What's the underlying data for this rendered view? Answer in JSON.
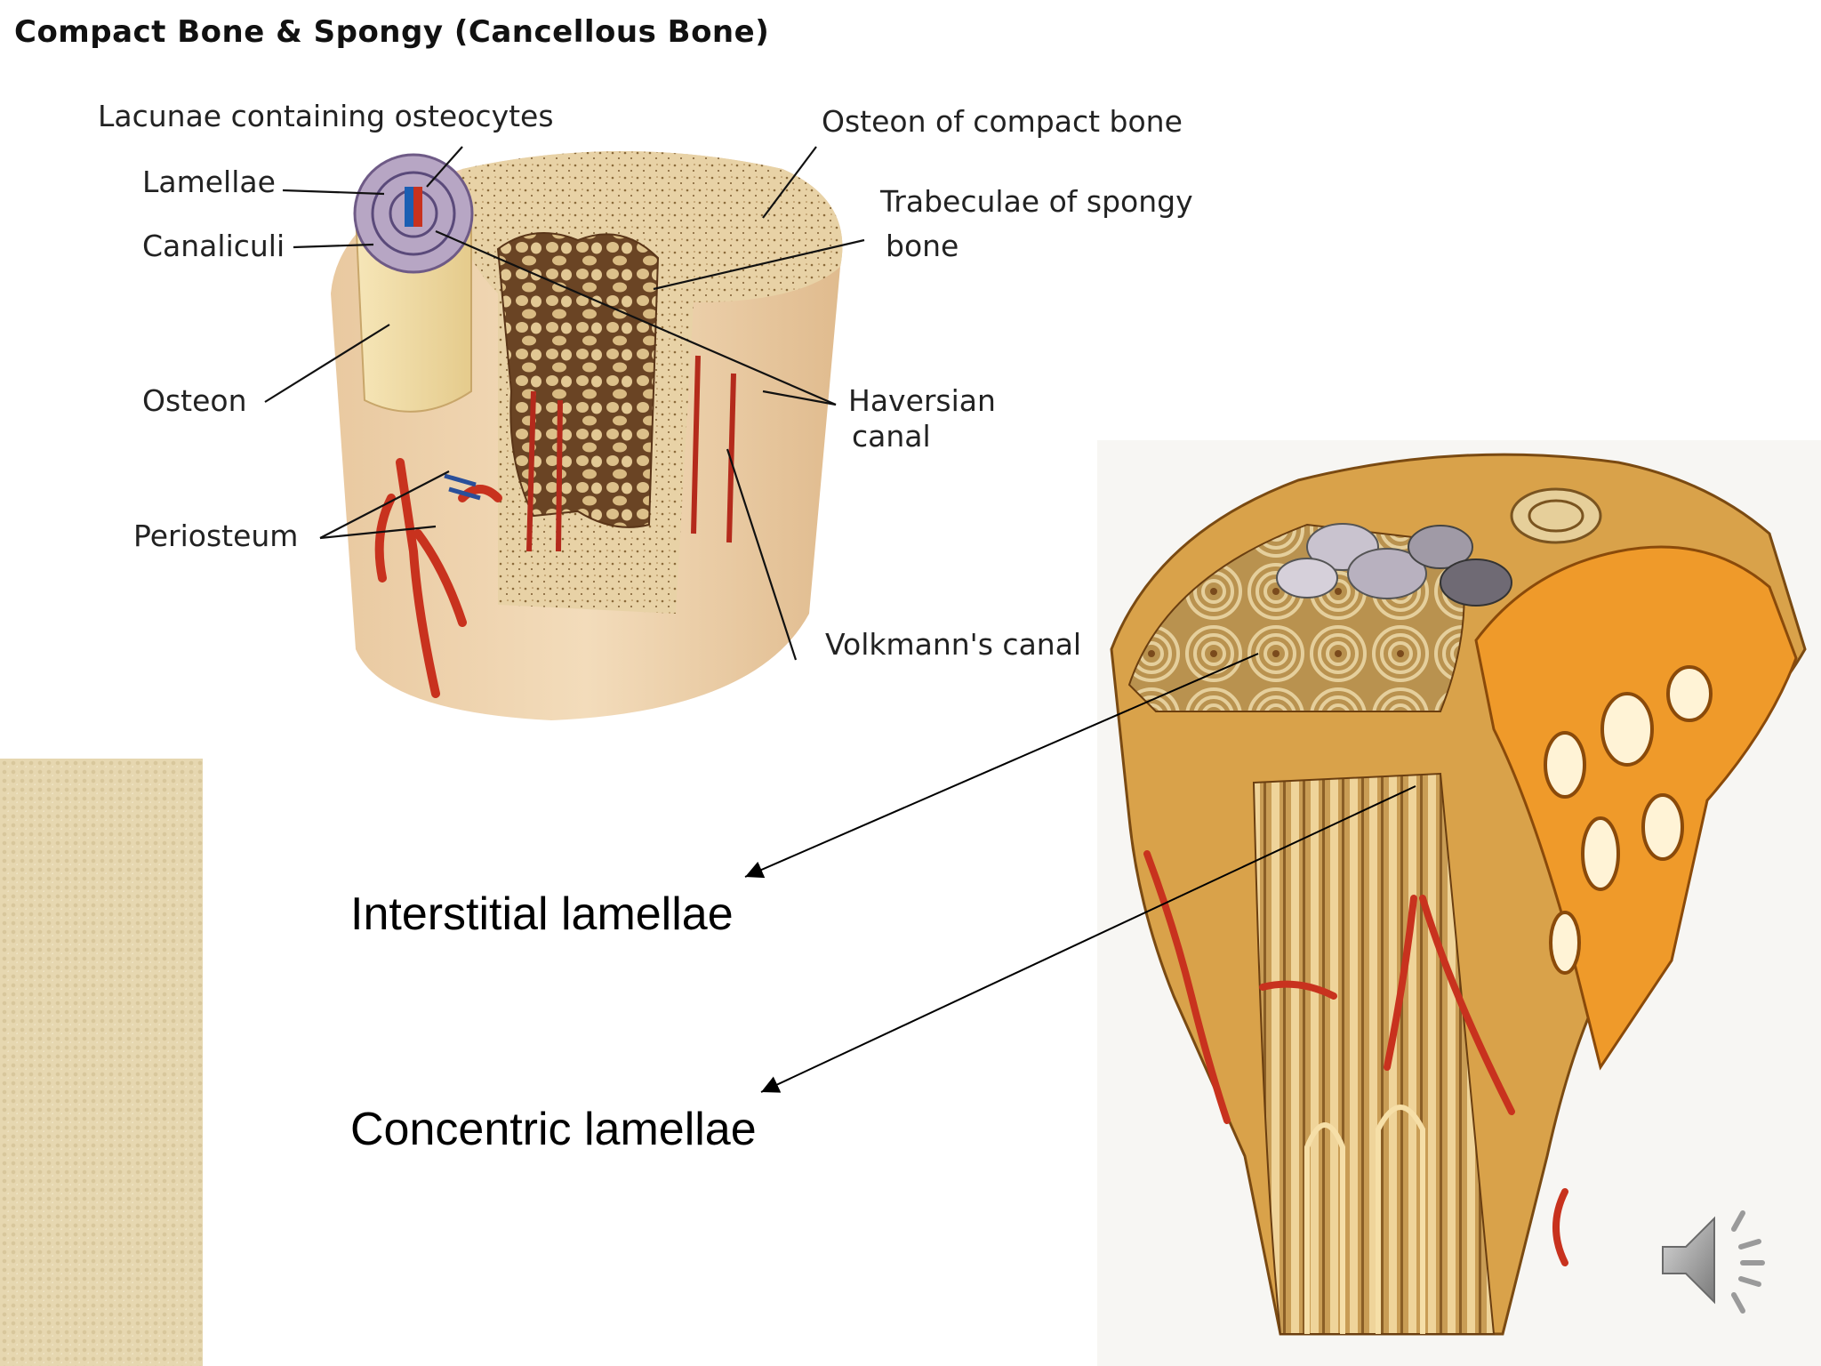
{
  "slide": {
    "title": "Compact Bone & Spongy (Cancellous Bone)"
  },
  "diagram_top": {
    "labels": {
      "lacunae": "Lacunae containing osteocytes",
      "lamellae": "Lamellae",
      "canaliculi": "Canaliculi",
      "osteon": "Osteon",
      "periosteum": "Periosteum",
      "osteon_compact": "Osteon of compact bone",
      "trabeculae_line1": "Trabeculae of  spongy",
      "trabeculae_line2": "bone",
      "haversian_line1": "Haversian",
      "haversian_line2": "canal",
      "volkmann": "Volkmann's canal"
    }
  },
  "diagram_bottom": {
    "labels": {
      "interstitial": "Interstitial lamellae",
      "concentric": "Concentric lamellae"
    }
  },
  "icons": {
    "audio": "speaker-icon"
  },
  "colors": {
    "bone_light": "#efdcb4",
    "bone_mid": "#d8b883",
    "vessel_red": "#c8321e",
    "spongy_orange": "#e98a1e",
    "strip": "#e6d7b0"
  }
}
